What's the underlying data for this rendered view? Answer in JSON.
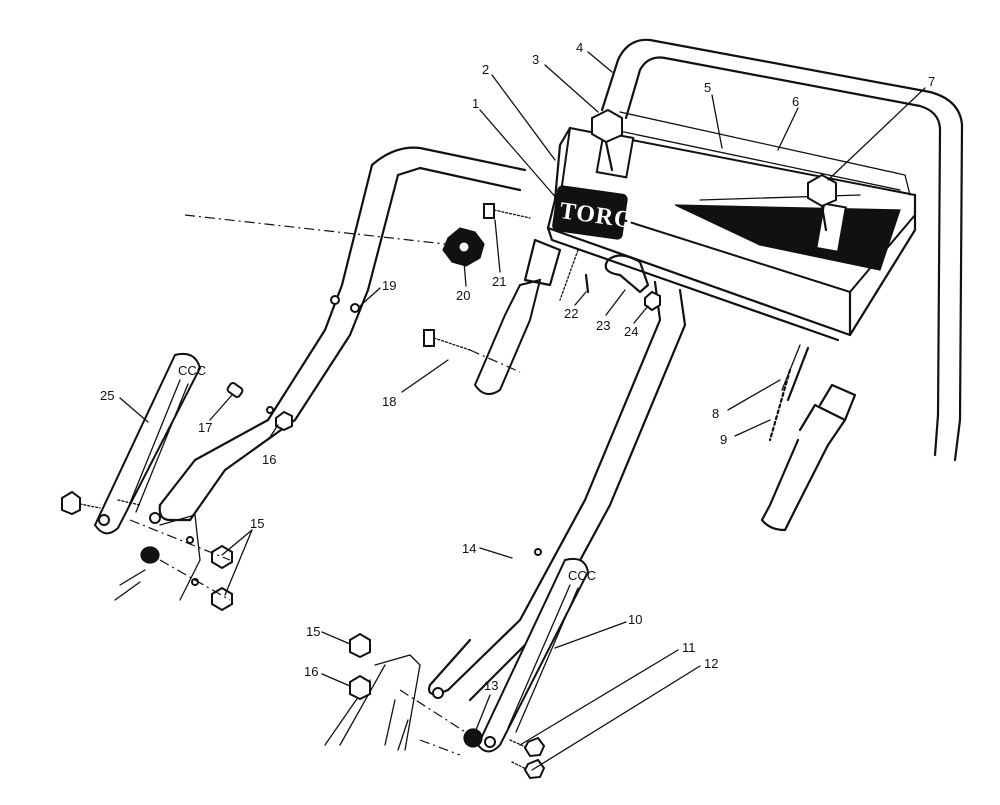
{
  "logo": {
    "text": "TORO"
  },
  "callouts": [
    {
      "id": "c1",
      "label": "1"
    },
    {
      "id": "c2",
      "label": "2"
    },
    {
      "id": "c3",
      "label": "3"
    },
    {
      "id": "c4",
      "label": "4"
    },
    {
      "id": "c5",
      "label": "5"
    },
    {
      "id": "c6",
      "label": "6"
    },
    {
      "id": "c7",
      "label": "7"
    },
    {
      "id": "c8",
      "label": "8"
    },
    {
      "id": "c9",
      "label": "9"
    },
    {
      "id": "c10",
      "label": "10"
    },
    {
      "id": "c11",
      "label": "11"
    },
    {
      "id": "c12",
      "label": "12"
    },
    {
      "id": "c13",
      "label": "13"
    },
    {
      "id": "c14",
      "label": "14"
    },
    {
      "id": "c15a",
      "label": "15"
    },
    {
      "id": "c15b",
      "label": "15"
    },
    {
      "id": "c16a",
      "label": "16"
    },
    {
      "id": "c16b",
      "label": "16"
    },
    {
      "id": "c17",
      "label": "17"
    },
    {
      "id": "c18",
      "label": "18"
    },
    {
      "id": "c19",
      "label": "19"
    },
    {
      "id": "c20",
      "label": "20"
    },
    {
      "id": "c21",
      "label": "21"
    },
    {
      "id": "c22",
      "label": "22"
    },
    {
      "id": "c23",
      "label": "23"
    },
    {
      "id": "c24",
      "label": "24"
    },
    {
      "id": "c25",
      "label": "25"
    }
  ]
}
